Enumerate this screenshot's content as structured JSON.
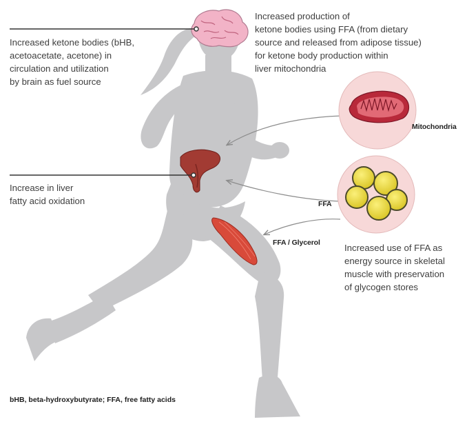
{
  "labels": {
    "brain_text": "Increased ketone bodies (bHB,\nacetoacetate, acetone) in\ncirculation and utilization\nby brain as fuel source",
    "production_text": "Increased production of\nketone bodies using FFA (from dietary\nsource and released from adipose tissue)\nfor ketone body production within\nliver mitochondria",
    "liver_text": "Increase in liver\nfatty acid oxidation",
    "muscle_text": "Increased use of FFA as\nenergy source in skeletal\nmuscle with preservation\nof glycogen stores",
    "mitochondria_tag": "Mitochondria",
    "ffa_tag": "FFA",
    "ffa_glycerol_tag": "FFA / Glycerol"
  },
  "footnote": "bHB, beta-hydroxybutyrate; FFA, free fatty acids",
  "colors": {
    "silhouette": "#c7c7c9",
    "brain": "#f2b3c7",
    "liver": "#a23b33",
    "muscle": "#d84a3a",
    "circle_fill": "#f7d8d8",
    "fat_droplet": "#e9d93a",
    "mitochondria": "#b8293a",
    "text": "#3e3e3e"
  }
}
